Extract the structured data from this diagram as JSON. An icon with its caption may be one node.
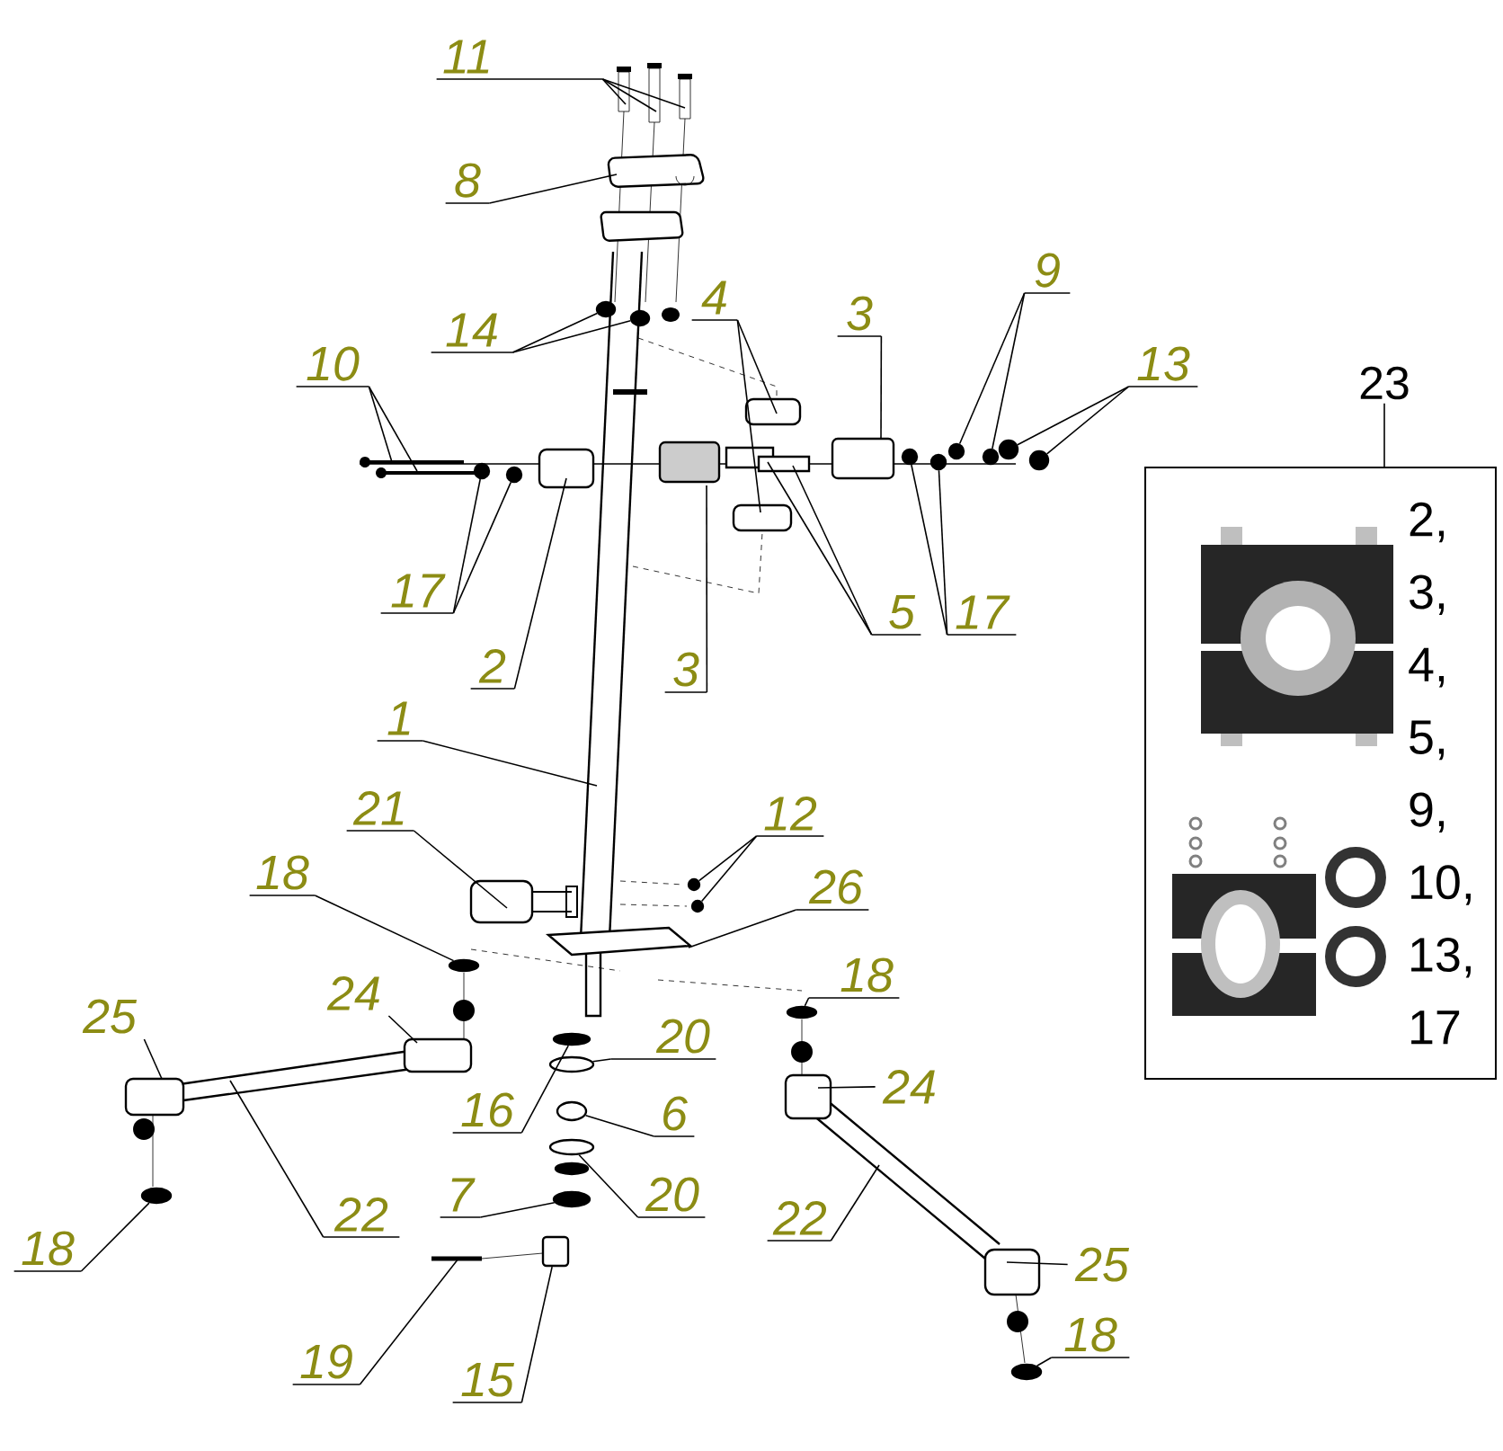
{
  "diagram": {
    "nodes": [
      {
        "text": [
          "11"
        ]
      },
      {
        "text": [
          "8"
        ]
      },
      {
        "text": [
          "4"
        ]
      },
      {
        "text": [
          "3"
        ]
      },
      {
        "text": [
          "9"
        ]
      },
      {
        "text": [
          "14"
        ]
      },
      {
        "text": [
          "13"
        ]
      },
      {
        "text": [
          "10"
        ]
      },
      {
        "text": [
          "23"
        ]
      },
      {
        "text": [
          "2, 3, 4, 5, 9, 10, 13, 17"
        ]
      },
      {
        "text": [
          "17"
        ]
      },
      {
        "text": [
          "5"
        ]
      },
      {
        "text": [
          "17"
        ]
      },
      {
        "text": [
          "2"
        ]
      },
      {
        "text": [
          "3"
        ]
      },
      {
        "text": [
          "1"
        ]
      },
      {
        "text": [
          "12"
        ]
      },
      {
        "text": [
          "21"
        ]
      },
      {
        "text": [
          "26"
        ]
      },
      {
        "text": [
          "18"
        ]
      },
      {
        "text": [
          "18"
        ]
      },
      {
        "text": [
          "24"
        ]
      },
      {
        "text": [
          "25"
        ]
      },
      {
        "text": [
          "20"
        ]
      },
      {
        "text": [
          "24"
        ]
      },
      {
        "text": [
          "16"
        ]
      },
      {
        "text": [
          "6"
        ]
      },
      {
        "text": [
          "7"
        ]
      },
      {
        "text": [
          "20"
        ]
      },
      {
        "text": [
          "22"
        ]
      },
      {
        "text": [
          "22"
        ]
      },
      {
        "text": [
          "18"
        ]
      },
      {
        "text": [
          "25"
        ]
      },
      {
        "text": [
          "18"
        ]
      },
      {
        "text": [
          "19"
        ]
      },
      {
        "text": [
          "15"
        ]
      },
      {
        "text": [],
        "shape": "circle"
      },
      {
        "text": [],
        "shape": "circle"
      },
      {
        "text": [],
        "shape": "circle"
      },
      {
        "text": [],
        "shape": "circle"
      },
      {
        "text": [],
        "shape": "circle"
      },
      {
        "text": [],
        "shape": "circle"
      },
      {
        "text": [],
        "shape": "circle"
      },
      {
        "text": [],
        "shape": "circle"
      },
      {
        "text": [],
        "shape": "circle"
      },
      {
        "text": [],
        "shape": "circle"
      },
      {
        "text": [],
        "shape": "circle"
      },
      {
        "text": [],
        "shape": "circle"
      },
      {
        "text": [],
        "shape": "circle"
      },
      {
        "text": [],
        "shape": "circle"
      },
      {
        "text": [],
        "shape": "circle"
      },
      {
        "text": [],
        "shape": "circle"
      },
      {
        "text": [],
        "shape": "circle"
      },
      {
        "text": [],
        "shape": "circle"
      },
      {
        "text": [],
        "shape": "circle"
      },
      {
        "text": [],
        "shape": "box"
      },
      {
        "text": [],
        "shape": "circle"
      },
      {
        "text": [],
        "shape": "circle"
      }
    ],
    "edges": [
      {
        "from": 0,
        "to": null,
        "arrow": "none"
      },
      {
        "from": 0,
        "to": null,
        "arrow": "none"
      },
      {
        "from": 0,
        "to": null,
        "arrow": "none"
      },
      {
        "from": 1,
        "to": null,
        "arrow": "none"
      },
      {
        "from": 2,
        "to": null,
        "arrow": "none"
      },
      {
        "from": 2,
        "to": null,
        "arrow": "none"
      },
      {
        "from": 3,
        "to": null,
        "arrow": "none"
      },
      {
        "from": 4,
        "to": 42,
        "arrow": "none"
      },
      {
        "from": 4,
        "to": 43,
        "arrow": "none"
      },
      {
        "from": 5,
        "to": 36,
        "arrow": "none"
      },
      {
        "from": 5,
        "to": 37,
        "arrow": "none"
      },
      {
        "from": 6,
        "to": 44,
        "arrow": "none"
      },
      {
        "from": 6,
        "to": 45,
        "arrow": "none"
      },
      {
        "from": 7,
        "to": null,
        "arrow": "none"
      },
      {
        "from": 7,
        "to": null,
        "arrow": "none"
      },
      {
        "from": 8,
        "to": 9,
        "arrow": "none"
      },
      {
        "from": 10,
        "to": 38,
        "arrow": "none"
      },
      {
        "from": 10,
        "to": 39,
        "arrow": "none"
      },
      {
        "from": 11,
        "to": null,
        "arrow": "none"
      },
      {
        "from": 11,
        "to": null,
        "arrow": "none"
      },
      {
        "from": 12,
        "to": 40,
        "arrow": "none"
      },
      {
        "from": 12,
        "to": 41,
        "arrow": "none"
      },
      {
        "from": 13,
        "to": null,
        "arrow": "none"
      },
      {
        "from": 14,
        "to": null,
        "arrow": "none"
      },
      {
        "from": 15,
        "to": null,
        "arrow": "none"
      },
      {
        "from": 16,
        "to": 46,
        "arrow": "none"
      },
      {
        "from": 16,
        "to": 47,
        "arrow": "none"
      },
      {
        "from": 17,
        "to": null,
        "arrow": "none"
      },
      {
        "from": 18,
        "to": null,
        "arrow": "none"
      },
      {
        "from": 19,
        "to": 48,
        "arrow": "none"
      },
      {
        "from": 20,
        "to": 49,
        "arrow": "none"
      },
      {
        "from": 21,
        "to": null,
        "arrow": "none"
      },
      {
        "from": 22,
        "to": null,
        "arrow": "none"
      },
      {
        "from": 23,
        "to": 51,
        "arrow": "none"
      },
      {
        "from": 24,
        "to": null,
        "arrow": "none"
      },
      {
        "from": 25,
        "to": 50,
        "arrow": "none"
      },
      {
        "from": 26,
        "to": 52,
        "arrow": "none"
      },
      {
        "from": 27,
        "to": 54,
        "arrow": "none"
      },
      {
        "from": 28,
        "to": 53,
        "arrow": "none"
      },
      {
        "from": 29,
        "to": null,
        "arrow": "none"
      },
      {
        "from": 30,
        "to": null,
        "arrow": "none"
      },
      {
        "from": 31,
        "to": 56,
        "arrow": "none"
      },
      {
        "from": 32,
        "to": null,
        "arrow": "none"
      },
      {
        "from": 33,
        "to": 57,
        "arrow": "none"
      },
      {
        "from": 34,
        "to": null,
        "arrow": "none"
      },
      {
        "from": 35,
        "to": 55,
        "arrow": "none"
      }
    ]
  }
}
